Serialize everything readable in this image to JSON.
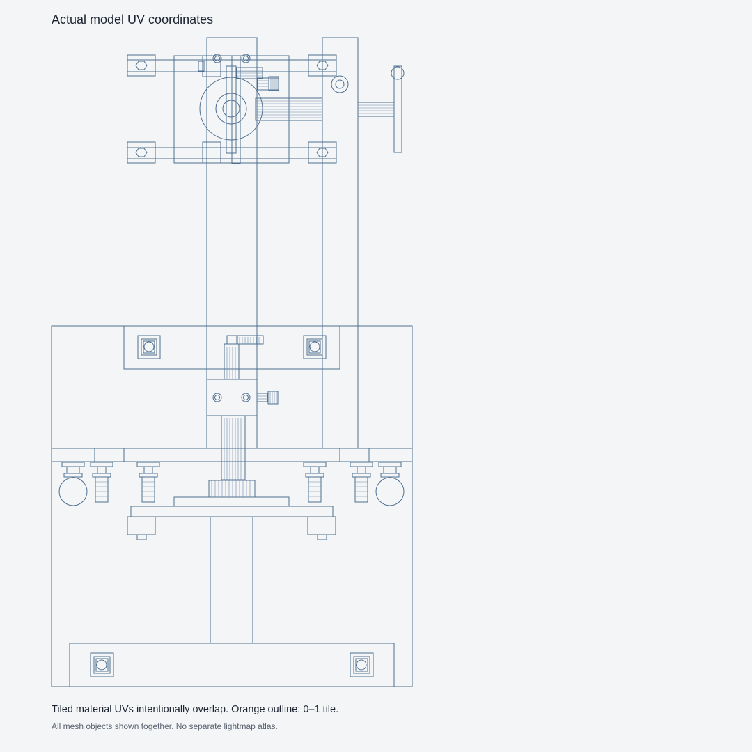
{
  "header": {
    "title": "Actual model UV coordinates"
  },
  "footer": {
    "caption": "Tiled material UVs intentionally overlap. Orange outline: 0–1 tile.",
    "note": "All mesh objects shown together. No separate lightmap atlas."
  },
  "colors": {
    "background": "#f3f5f7",
    "wireframe": "#4f6f8f",
    "tile_outline": "#c0642e",
    "text": "#1d2430",
    "muted_text": "#5b6470"
  }
}
